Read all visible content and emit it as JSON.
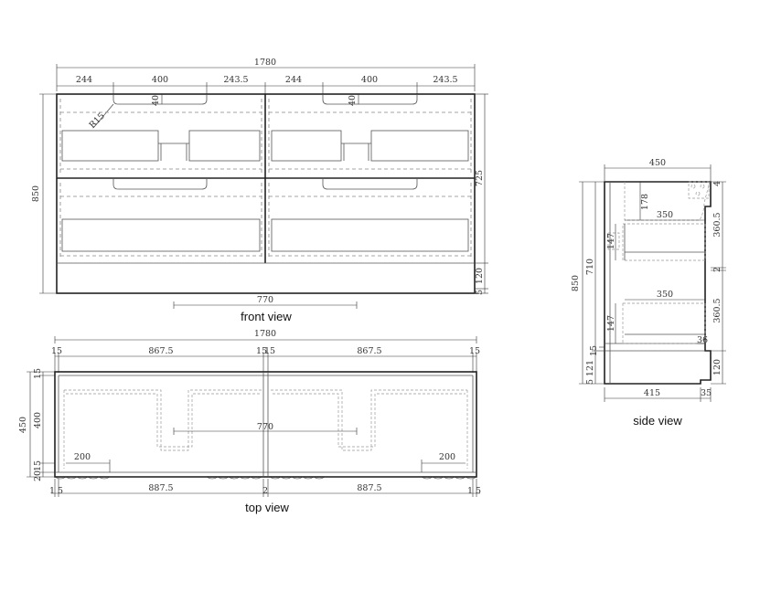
{
  "captions": {
    "front": "front view",
    "top": "top view",
    "side": "side view"
  },
  "front": {
    "overall_width": "1780",
    "segments_left": [
      "244",
      "400",
      "243.5"
    ],
    "segments_right": [
      "244",
      "400",
      "243.5"
    ],
    "handle_depth_left": "40",
    "handle_depth_right": "40",
    "radius": "R15",
    "height": "850",
    "drawer_height": "725",
    "plinth": "120",
    "bottom_gap": "5",
    "basin_span": "770"
  },
  "top": {
    "overall_width": "1780",
    "edge_left": "15",
    "half_left": "867.5",
    "mid_a": "15",
    "mid_b": "15",
    "half_right": "867.5",
    "edge_right": "15",
    "depth": "450",
    "top_gap": "15",
    "inner_depth": "400",
    "front_a": "20",
    "front_b": "15",
    "basin_span": "770",
    "cut_left": "200",
    "cut_right": "200",
    "b_edge_left_a": "1",
    "b_edge_left_b": "5",
    "b_left": "887.5",
    "b_mid": "2",
    "b_right": "887.5",
    "b_edge_right_a": "1",
    "b_edge_right_b": "5"
  },
  "side": {
    "depth": "450",
    "height": "850",
    "drawer": "710",
    "plinth_a": "121",
    "plinth_b": "5",
    "drawer1_height": "360.5",
    "drawer2_height": "360.5",
    "gap": "2",
    "top_gap": "4",
    "plinth": "120",
    "inner_offset": "178",
    "inner1": "350",
    "inner2": "350",
    "hole_a": "147",
    "hole_b": "147",
    "small_a": "15",
    "small_b": "36",
    "bottom_depth": "415",
    "bottom_edge": "35"
  }
}
